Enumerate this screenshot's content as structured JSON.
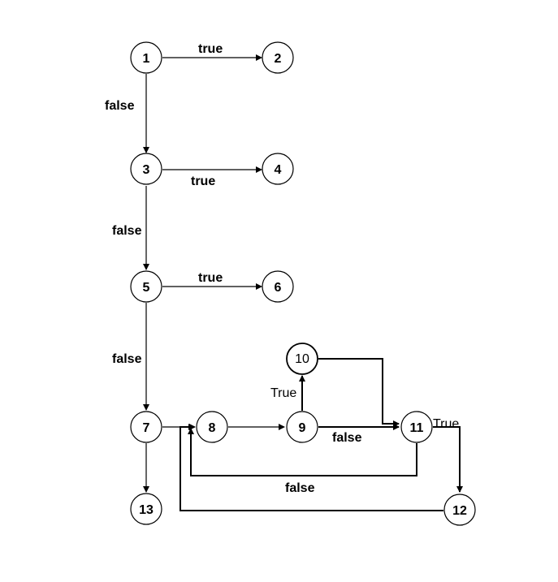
{
  "nodes": {
    "n1": "1",
    "n2": "2",
    "n3": "3",
    "n4": "4",
    "n5": "5",
    "n6": "6",
    "n7": "7",
    "n8": "8",
    "n9": "9",
    "n10": "10",
    "n11": "11",
    "n12": "12",
    "n13": "13"
  },
  "edge_labels": {
    "e1_2": "true",
    "e1_3": "false",
    "e3_4": "true",
    "e3_5": "false",
    "e5_6": "true",
    "e5_7": "false",
    "e9_10": "True",
    "e9_11": "false",
    "e11_12": "True",
    "e11_8": "false"
  }
}
